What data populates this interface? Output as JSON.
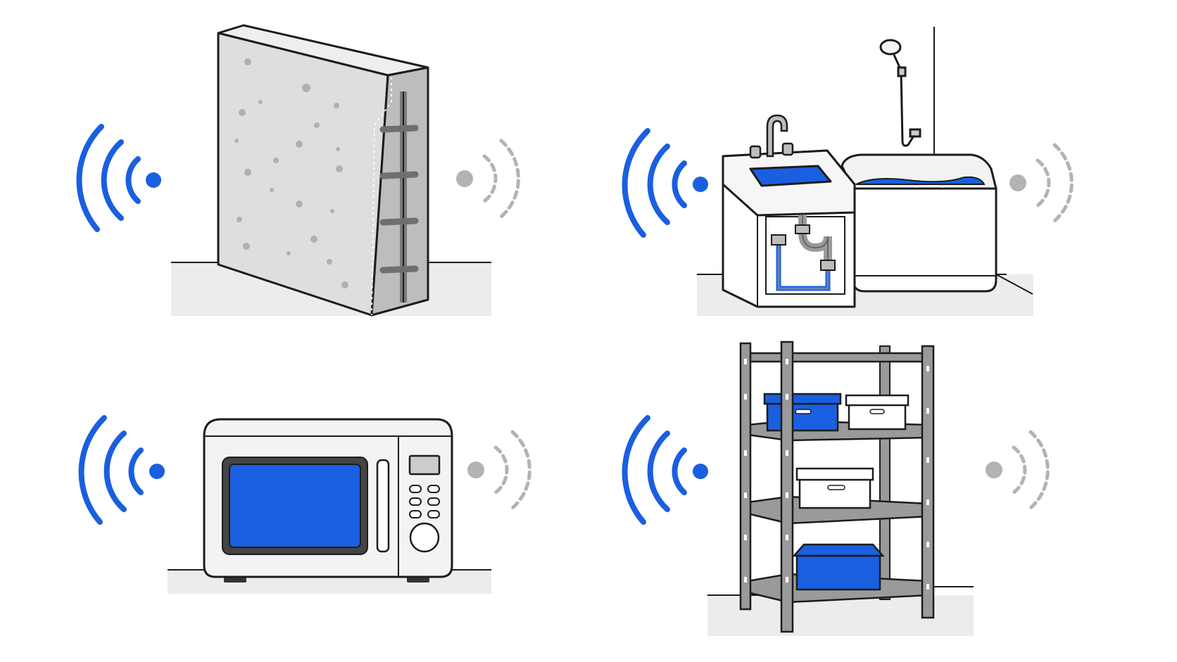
{
  "colors": {
    "signal_strong": "#1a5fe0",
    "signal_weak": "#b3b3b3",
    "water": "#1a5fe0",
    "outline": "#1c1c1c",
    "floor": "#ececec",
    "concrete": "#dddddd",
    "metal": "#9a9a9a"
  },
  "panels": [
    {
      "obstacle": "concrete-wall-icon",
      "signal_in": "strong",
      "signal_out": "weak"
    },
    {
      "obstacle": "sink-and-bathtub-icon",
      "signal_in": "strong",
      "signal_out": "weak"
    },
    {
      "obstacle": "microwave-oven-icon",
      "signal_in": "strong",
      "signal_out": "weak"
    },
    {
      "obstacle": "metal-shelving-icon",
      "signal_in": "strong",
      "signal_out": "weak"
    }
  ]
}
